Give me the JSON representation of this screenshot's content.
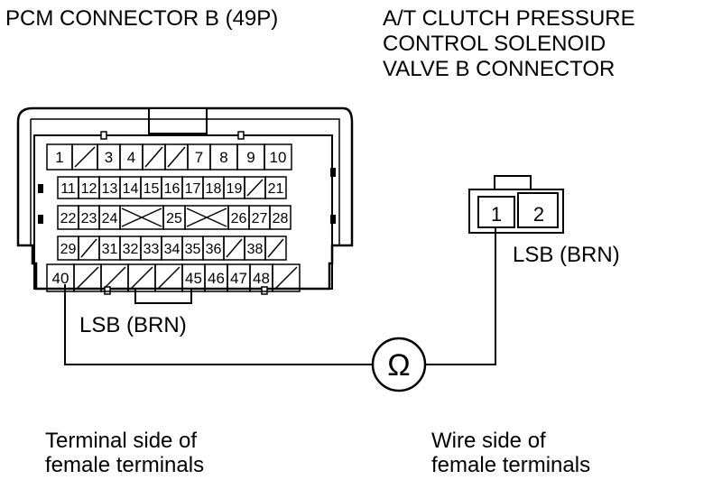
{
  "pcm_connector": {
    "title": "PCM CONNECTOR B (49P)",
    "rows": [
      [
        "1",
        "/",
        "3",
        "4",
        "/",
        "/",
        "7",
        "8",
        "9",
        "10"
      ],
      [
        "11",
        "12",
        "13",
        "14",
        "15",
        "16",
        "17",
        "18",
        "19",
        "/",
        "21"
      ],
      [
        "22",
        "23",
        "24",
        "X",
        "25",
        "X",
        "26",
        "27",
        "28"
      ],
      [
        "29",
        "/",
        "31",
        "32",
        "33",
        "34",
        "35",
        "36",
        "/",
        "38",
        "/"
      ],
      [
        "40",
        "/",
        "/",
        "/",
        "/",
        "45",
        "46",
        "47",
        "48",
        "/"
      ]
    ],
    "wire_label": "LSB (BRN)",
    "caption_line1": "Terminal side of",
    "caption_line2": "female terminals"
  },
  "solenoid_connector": {
    "title_line1": "A/T CLUTCH PRESSURE",
    "title_line2": "CONTROL SOLENOID",
    "title_line3": "VALVE B CONNECTOR",
    "terminals": [
      "1",
      "2"
    ],
    "wire_label": "LSB (BRN)",
    "caption_line1": "Wire side of",
    "caption_line2": "female terminals"
  },
  "meter": {
    "symbol": "Ω"
  }
}
